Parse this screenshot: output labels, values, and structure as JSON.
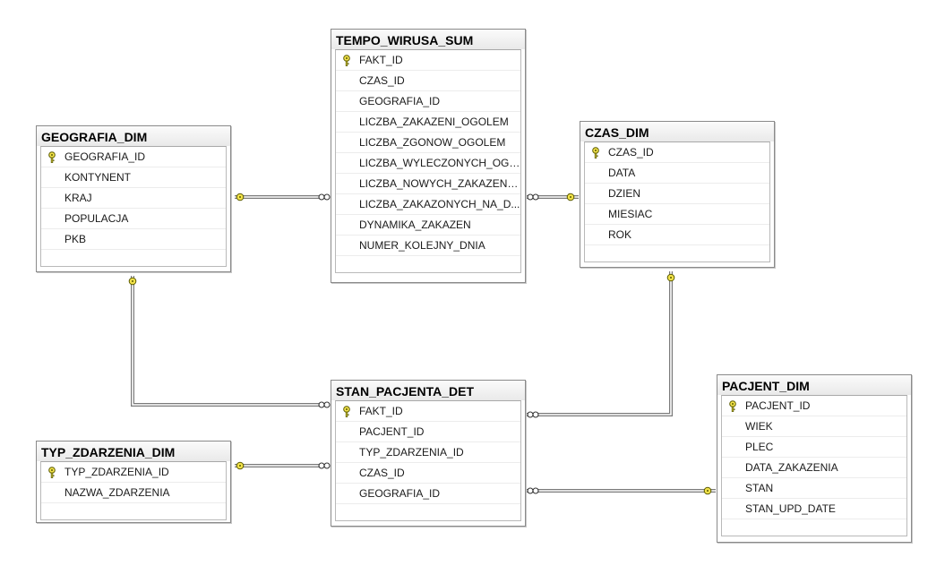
{
  "tables": {
    "tempo": {
      "title": "TEMPO_WIRUSA_SUM",
      "columns": [
        "FAKT_ID",
        "CZAS_ID",
        "GEOGRAFIA_ID",
        "LICZBA_ZAKAZENI_OGOLEM",
        "LICZBA_ZGONOW_OGOLEM",
        "LICZBA_WYLECZONYCH_OGO...",
        "LICZBA_NOWYCH_ZAKAZEN_...",
        "LICZBA_ZAKAZONYCH_NA_D...",
        "DYNAMIKA_ZAKAZEN",
        "NUMER_KOLEJNY_DNIA"
      ],
      "key_column": "FAKT_ID"
    },
    "geografia": {
      "title": "GEOGRAFIA_DIM",
      "columns": [
        "GEOGRAFIA_ID",
        "KONTYNENT",
        "KRAJ",
        "POPULACJA",
        "PKB"
      ],
      "key_column": "GEOGRAFIA_ID"
    },
    "czas": {
      "title": "CZAS_DIM",
      "columns": [
        "CZAS_ID",
        "DATA",
        "DZIEN",
        "MIESIAC",
        "ROK"
      ],
      "key_column": "CZAS_ID"
    },
    "stan": {
      "title": "STAN_PACJENTA_DET",
      "columns": [
        "FAKT_ID",
        "PACJENT_ID",
        "TYP_ZDARZENIA_ID",
        "CZAS_ID",
        "GEOGRAFIA_ID"
      ],
      "key_column": "FAKT_ID"
    },
    "typ": {
      "title": "TYP_ZDARZENIA_DIM",
      "columns": [
        "TYP_ZDARZENIA_ID",
        "NAZWA_ZDARZENIA"
      ],
      "key_column": "TYP_ZDARZENIA_ID"
    },
    "pacjent": {
      "title": "PACJENT_DIM",
      "columns": [
        "PACJENT_ID",
        "WIEK",
        "PLEC",
        "DATA_ZAKAZENIA",
        "STAN",
        "STAN_UPD_DATE"
      ],
      "key_column": "PACJENT_ID"
    }
  },
  "relationships": [
    {
      "from": "TEMPO_WIRUSA_SUM",
      "to": "GEOGRAFIA_DIM"
    },
    {
      "from": "TEMPO_WIRUSA_SUM",
      "to": "CZAS_DIM"
    },
    {
      "from": "STAN_PACJENTA_DET",
      "to": "GEOGRAFIA_DIM"
    },
    {
      "from": "STAN_PACJENTA_DET",
      "to": "CZAS_DIM"
    },
    {
      "from": "STAN_PACJENTA_DET",
      "to": "TYP_ZDARZENIA_DIM"
    },
    {
      "from": "STAN_PACJENTA_DET",
      "to": "PACJENT_DIM"
    }
  ],
  "colors": {
    "key_icon": "#f2e24a",
    "connector": "#7a7a7a",
    "header_bg": "#ececec",
    "border": "#8a8a8a"
  },
  "icons": {
    "primary_key": "key-icon",
    "one_end": "key-icon",
    "many_end": "infinity-icon"
  }
}
